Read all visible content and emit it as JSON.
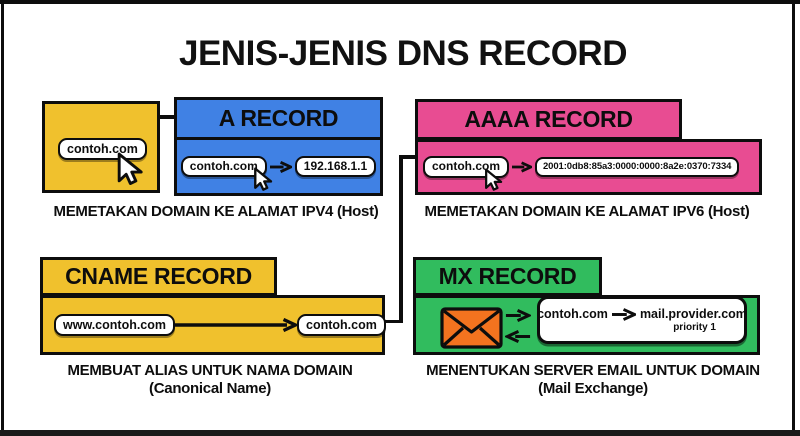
{
  "title": "JENIS-JENIS DNS RECORD",
  "colors": {
    "yellow": "#F0C12D",
    "blue": "#4081E4",
    "pink": "#E84C92",
    "green": "#31BC5E",
    "orange": "#F3731F",
    "ink": "#0D0D0D",
    "paper": "#FFFFFF",
    "bottom_bar": "#1A1A1A"
  },
  "source_domain": {
    "label": "contoh.com"
  },
  "records": {
    "a": {
      "title": "A RECORD",
      "source": "contoh.com",
      "target": "192.168.1.1",
      "caption": "MEMETAKAN DOMAIN KE ALAMAT IPV4 (Host)"
    },
    "aaaa": {
      "title": "AAAA RECORD",
      "source": "contoh.com",
      "target": "2001:0db8:85a3:0000:0000:8a2e:0370:7334",
      "caption": "MEMETAKAN DOMAIN KE ALAMAT IPV6 (Host)"
    },
    "cname": {
      "title": "CNAME RECORD",
      "source": "www.contoh.com",
      "target": "contoh.com",
      "caption": "MEMBUAT ALIAS UNTUK NAMA DOMAIN",
      "subcaption": "(Canonical Name)"
    },
    "mx": {
      "title": "MX RECORD",
      "source": "contoh.com",
      "target": "mail.provider.com",
      "priority": "priority 1",
      "caption": "MENENTUKAN SERVER EMAIL UNTUK DOMAIN",
      "subcaption": "(Mail Exchange)"
    }
  },
  "icons": {
    "cursor": "mouse-cursor-arrow",
    "envelope": "email-envelope",
    "arrow": "right-arrow"
  }
}
